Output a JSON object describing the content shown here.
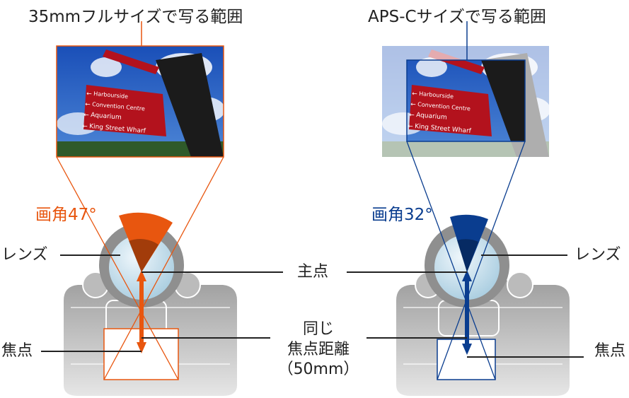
{
  "titles": {
    "full_frame": "35mmフルサイズで写る範囲",
    "aps_c": "APS-Cサイズで写る範囲"
  },
  "angles": {
    "full_frame": "画角47°",
    "aps_c": "画角32°"
  },
  "labels": {
    "lens": "レンズ",
    "principal_point": "主点",
    "focal_point": "焦点",
    "same_focal_length_line1": "同じ",
    "same_focal_length_line2": "焦点距離",
    "same_focal_length_line3": "（50mm）"
  },
  "photo_signs": [
    "Harbourside",
    "Convention Centre",
    "Aquarium",
    "King Street Wharf"
  ],
  "colors": {
    "full_frame": "#e8560f",
    "aps_c": "#0a3d8f"
  }
}
